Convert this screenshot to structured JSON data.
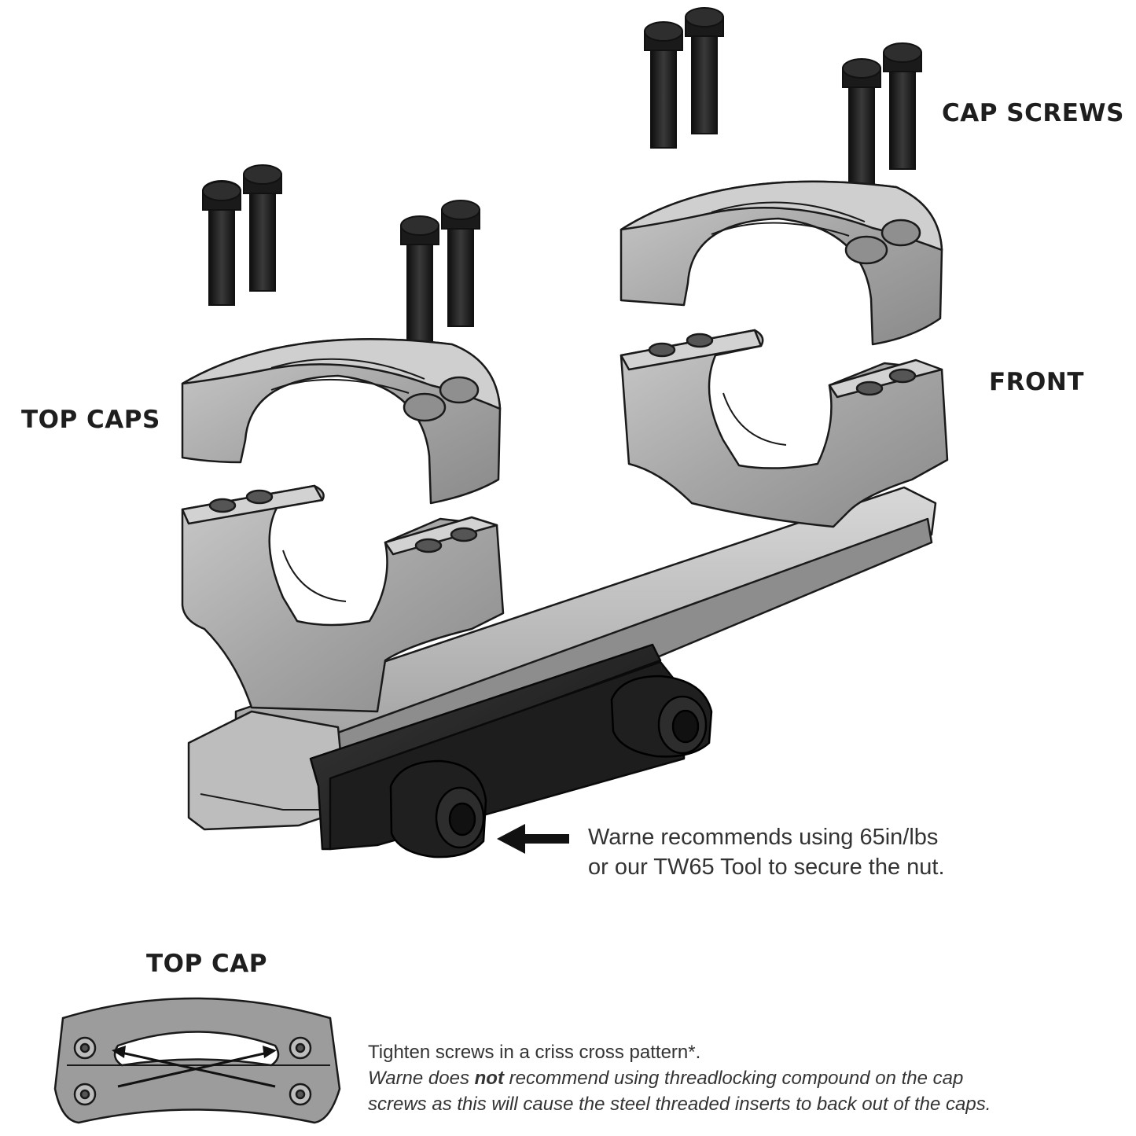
{
  "labels": {
    "cap_screws": "CAP SCREWS",
    "front": "FRONT",
    "top_caps": "TOP CAPS",
    "top_cap": "TOP CAP"
  },
  "nut_note": {
    "line1": "Warne recommends using 65in/lbs",
    "line2": "or our TW65 Tool to secure the nut."
  },
  "tighten_note": {
    "line1": "Tighten screws in a criss cross pattern*.",
    "line2_pre": "Warne does ",
    "line2_bold": "not",
    "line2_post": " recommend using threadlocking compound on the cap",
    "line3": "screws as this will cause the steel threaded inserts to back out of the caps."
  },
  "colors": {
    "metal": "#a9a9a9",
    "metal_light": "#d4d4d4",
    "metal_dark": "#7a7a7a",
    "screw": "#1c1c1c",
    "outline": "#1a1a1a"
  }
}
